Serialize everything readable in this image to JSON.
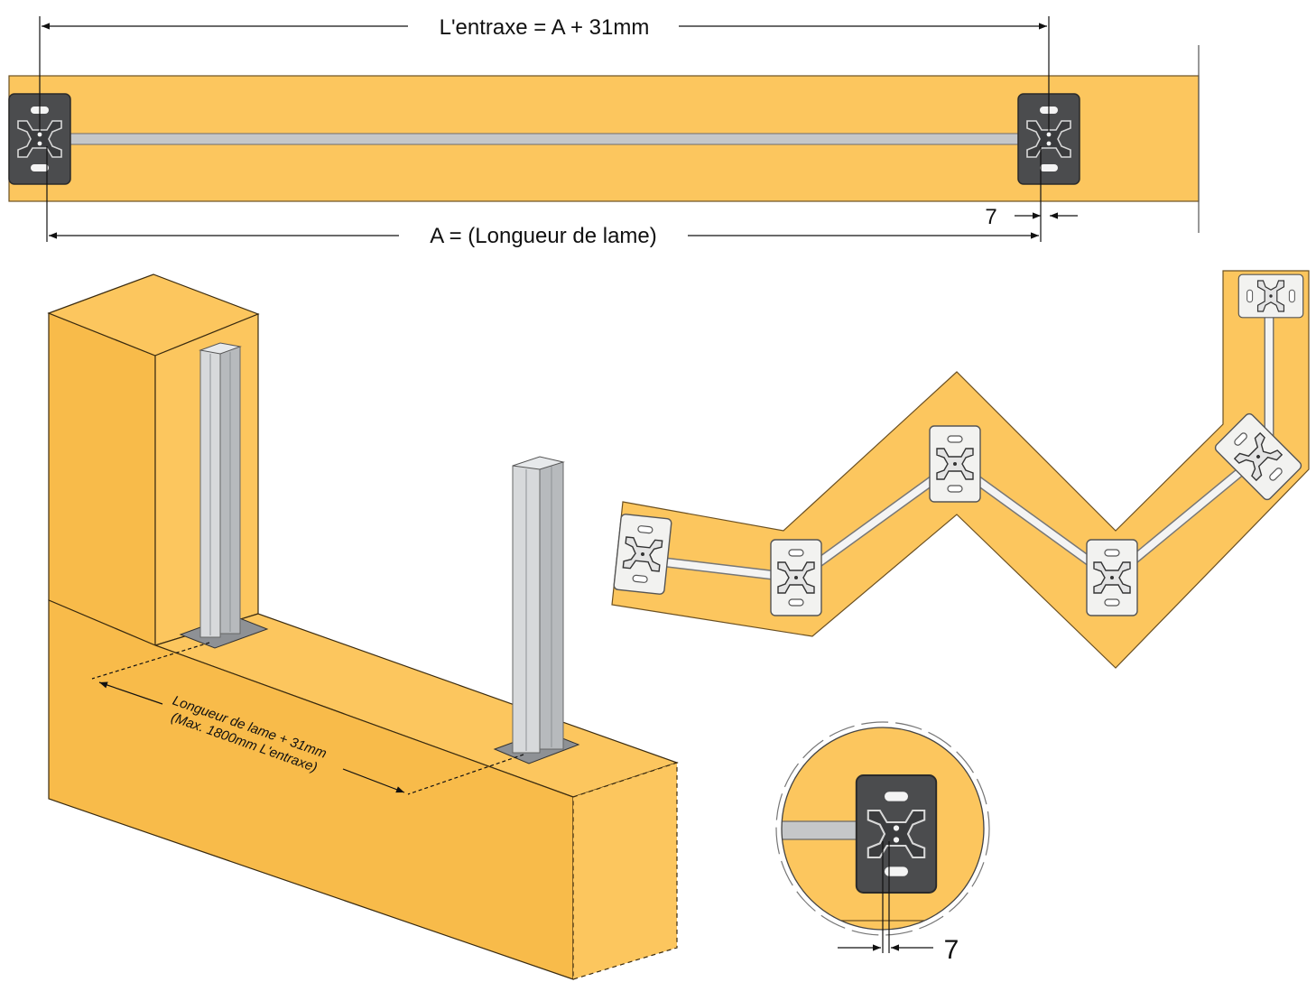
{
  "labels": {
    "entraxe": "L'entraxe = A + 31mm",
    "lame": "A = (Longueur de lame)",
    "gap_top": "7",
    "iso_line1": "Longueur de lame + 31mm",
    "iso_line2": "(Max. 1800mm L'entraxe)",
    "gap_detail": "7"
  },
  "colors": {
    "wood": "#fcc65e",
    "wood_side": "#f8bb4a",
    "wood_edge": "#6b5022",
    "plate_dark": "#4b4c4e",
    "plate_light": "#f2f2f0",
    "rail": "#c5c7c9",
    "post_light": "#d7d9db",
    "post_mid": "#b7babd",
    "post_dark": "#8e9195",
    "line": "#111111"
  },
  "icons": {
    "post_plate": "cross-shaped aluminium post base with two oval slots"
  }
}
